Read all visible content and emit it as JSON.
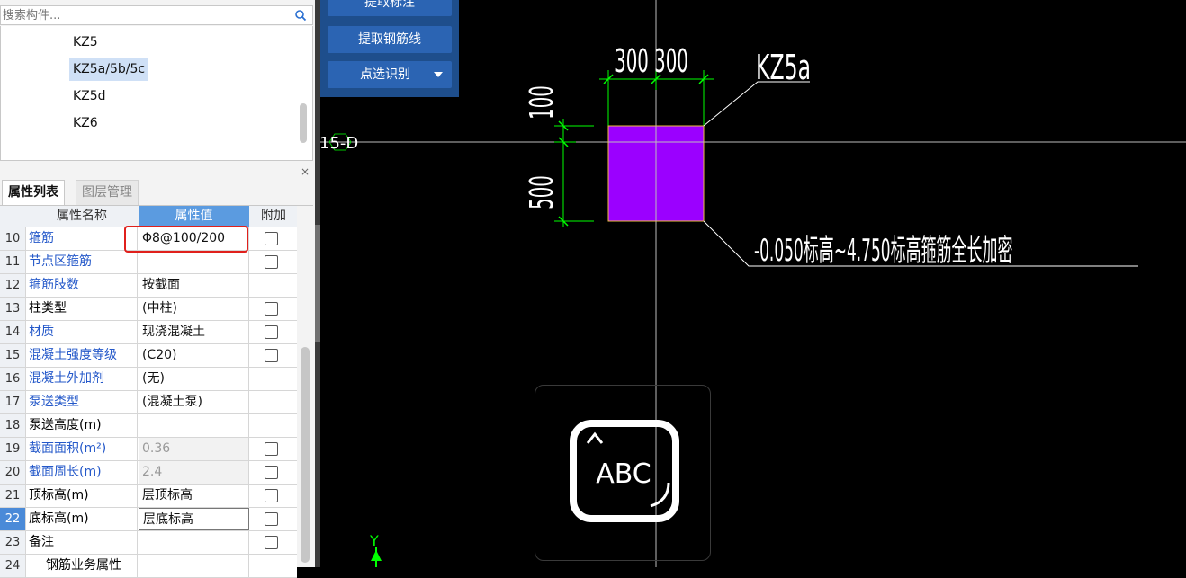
{
  "search": {
    "placeholder": "搜索构件..."
  },
  "tree": {
    "items": [
      "KZ5",
      "KZ5a/5b/5c",
      "KZ5d",
      "KZ6"
    ],
    "selected": "KZ5a/5b/5c"
  },
  "panel": {
    "close_glyph": "×"
  },
  "tabs": {
    "properties": "属性列表",
    "layers": "图层管理"
  },
  "grid": {
    "headers": {
      "name": "属性名称",
      "value": "属性值",
      "extra": "附加"
    },
    "rows": [
      {
        "num": "10",
        "name": "箍筋",
        "value": "Φ8@100/200"
      },
      {
        "num": "11",
        "name": "节点区箍筋",
        "value": ""
      },
      {
        "num": "12",
        "name": "箍筋肢数",
        "value": "按截面"
      },
      {
        "num": "13",
        "name": "柱类型",
        "value": "(中柱)"
      },
      {
        "num": "14",
        "name": "材质",
        "value": "现浇混凝土"
      },
      {
        "num": "15",
        "name": "混凝土强度等级",
        "value": "(C20)"
      },
      {
        "num": "16",
        "name": "混凝土外加剂",
        "value": "(无)"
      },
      {
        "num": "17",
        "name": "泵送类型",
        "value": "(混凝土泵)"
      },
      {
        "num": "18",
        "name": "泵送高度(m)",
        "value": ""
      },
      {
        "num": "19",
        "name": "截面面积(m²)",
        "value": "0.36"
      },
      {
        "num": "20",
        "name": "截面周长(m)",
        "value": "2.4"
      },
      {
        "num": "21",
        "name": "顶标高(m)",
        "value": "层顶标高"
      },
      {
        "num": "22",
        "name": "底标高(m)",
        "value": "层底标高"
      },
      {
        "num": "23",
        "name": "备注",
        "value": ""
      },
      {
        "num": "24",
        "name": "钢筋业务属性",
        "value": ""
      }
    ]
  },
  "toolbar": {
    "extract_annotation": "提取标注",
    "extract_rebar_line": "提取钢筋线",
    "point_select": "点选识别"
  },
  "cad": {
    "dim_top_left": "300",
    "dim_top_right": "300",
    "dim_left_top": "100",
    "dim_left_bottom": "500",
    "column_label": "KZ5a",
    "axis_label": "15-D",
    "elevation_note": "-0.050标高~4.750标高箍筋全长加密",
    "y_axis": "Y",
    "ocr_text": "ABC",
    "colors": {
      "column_fill": "#9b00ff",
      "dim_line": "#00ff00",
      "text": "#ffffff",
      "highlight": "#e0201c"
    }
  }
}
